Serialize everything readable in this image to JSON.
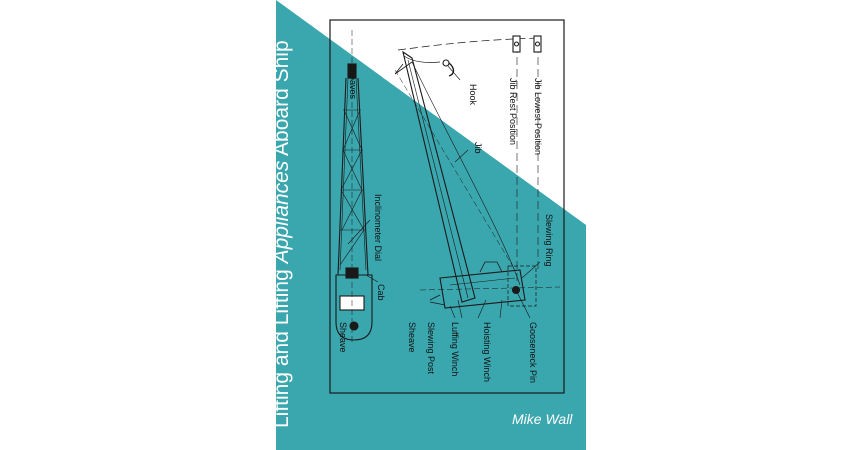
{
  "book": {
    "title_part1": "Lifting and Lifting ",
    "title_italic": "Appliances",
    "title_part2": " Aboard Ship",
    "author": "Mike Wall"
  },
  "colors": {
    "teal": "#3aa6ae",
    "line": "#1a1a1a",
    "background": "#ffffff"
  },
  "diagram_labels": {
    "sheaves": "Sheaves",
    "hook": "Hook",
    "jib_rest_position": "Jib Rest Position",
    "jib_lowest_position": "Jib Lowest Position",
    "jib": "Jib",
    "inclinometer_dial": "Inclinometer Dial",
    "slewing_ring": "Slewing Ring",
    "cab": "Cab",
    "sheave_left": "Sheave",
    "sheave_mid": "Sheave",
    "slewing_post": "Slewing Post",
    "luffing_winch": "Luffing Winch",
    "hoisting_winch": "Hoisting Winch",
    "gooseneck_pin": "Gooseneck Pin"
  }
}
